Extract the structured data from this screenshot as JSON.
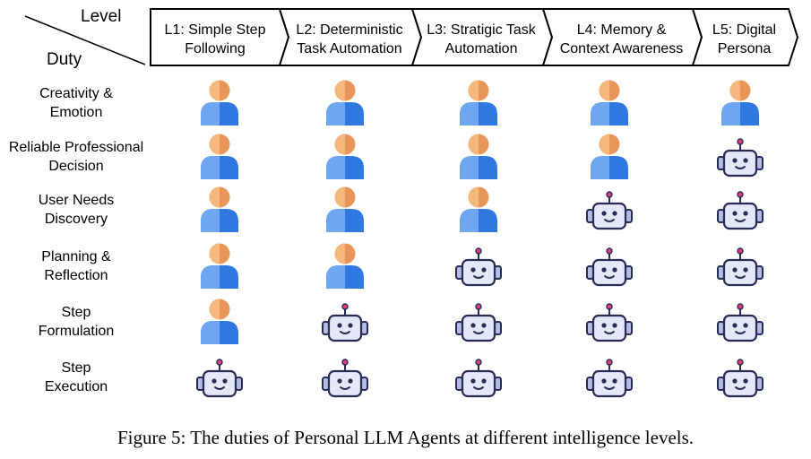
{
  "corner": {
    "level_label": "Level",
    "duty_label": "Duty"
  },
  "levels": [
    {
      "line1": "L1: Simple Step",
      "line2": "Following"
    },
    {
      "line1": "L2: Deterministic",
      "line2": "Task Automation"
    },
    {
      "line1": "L3: Stratigic Task",
      "line2": "Automation"
    },
    {
      "line1": "L4: Memory &",
      "line2": "Context Awareness"
    },
    {
      "line1": "L5: Digital",
      "line2": "Persona"
    }
  ],
  "duties": [
    {
      "line1": "Creativity &",
      "line2": "Emotion",
      "cells": [
        "human",
        "human",
        "human",
        "human",
        "human"
      ]
    },
    {
      "line1": "Reliable Professional",
      "line2": "Decision",
      "cells": [
        "human",
        "human",
        "human",
        "human",
        "robot"
      ]
    },
    {
      "line1": "User Needs",
      "line2": "Discovery",
      "cells": [
        "human",
        "human",
        "human",
        "robot",
        "robot"
      ]
    },
    {
      "line1": "Planning &",
      "line2": "Reflection",
      "cells": [
        "human",
        "human",
        "robot",
        "robot",
        "robot"
      ]
    },
    {
      "line1": "Step",
      "line2": "Formulation",
      "cells": [
        "human",
        "robot",
        "robot",
        "robot",
        "robot"
      ]
    },
    {
      "line1": "Step",
      "line2": "Execution",
      "cells": [
        "robot",
        "robot",
        "robot",
        "robot",
        "robot"
      ]
    }
  ],
  "icons": {
    "human": "person-icon",
    "robot": "robot-icon"
  },
  "colors": {
    "skin_light": "#F6B77C",
    "skin_dark": "#E9965A",
    "body_light": "#6FA6F2",
    "body_dark": "#2F78E0",
    "robot_face": "#E4E8F8",
    "robot_ears": "#B4BCE4",
    "robot_outline": "#262C54",
    "robot_antenna": "#E0407A"
  },
  "caption": "Figure 5: The duties of Personal LLM Agents at different intelligence levels."
}
